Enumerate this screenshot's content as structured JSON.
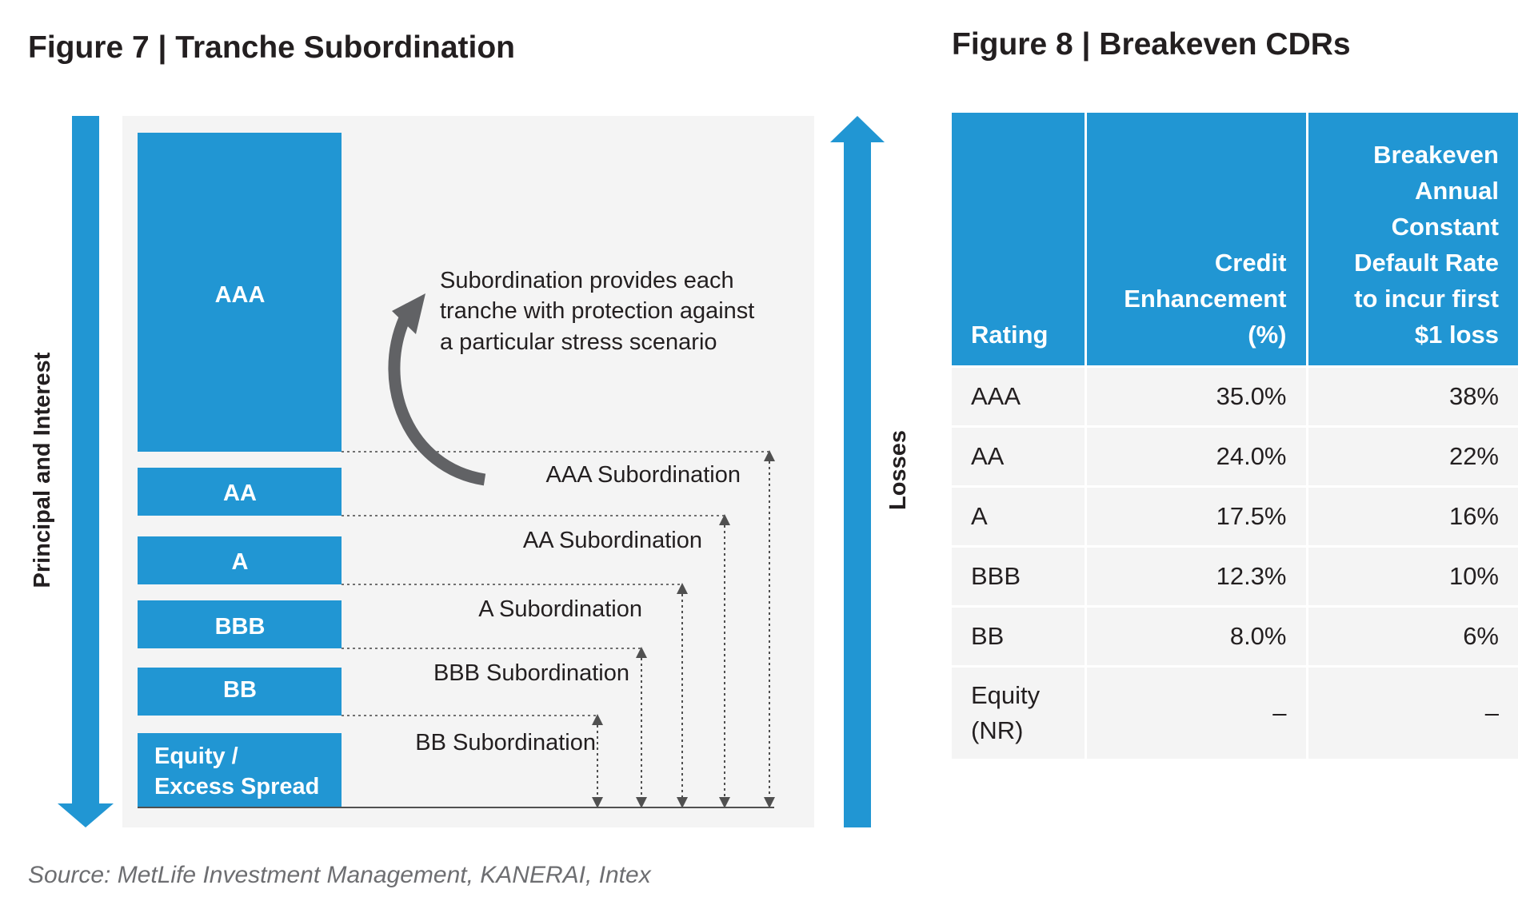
{
  "figure7": {
    "title": "Figure 7  |  Tranche Subordination",
    "left_axis_label": "Principal and Interest",
    "right_axis_label": "Losses",
    "tranches": [
      "AAA",
      "AA",
      "A",
      "BBB",
      "BB"
    ],
    "equity_line1": "Equity /",
    "equity_line2": "Excess Spread",
    "subordinations": [
      "AAA Subordination",
      "AA Subordination",
      "A Subordination",
      "BBB Subordination",
      "BB Subordination"
    ],
    "note_lines": [
      "Subordination provides each",
      "tranche with protection against",
      "a particular stress scenario"
    ],
    "colors": {
      "accent": "#2196d3",
      "panel": "#f4f4f4",
      "curve_arrow": "#616265"
    }
  },
  "figure8": {
    "title": "Figure 8  |  Breakeven CDRs",
    "headers": {
      "rating": [
        "Rating"
      ],
      "credit": [
        "Credit",
        "Enhancement",
        "(%)"
      ],
      "cdr": [
        "Breakeven",
        "Annual",
        "Constant",
        "Default Rate",
        "to incur first",
        "$1 loss"
      ]
    },
    "rows": [
      {
        "rating": "AAA",
        "credit": "35.0%",
        "cdr": "38%"
      },
      {
        "rating": "AA",
        "credit": "24.0%",
        "cdr": "22%"
      },
      {
        "rating": "A",
        "credit": "17.5%",
        "cdr": "16%"
      },
      {
        "rating": "BBB",
        "credit": "12.3%",
        "cdr": "10%"
      },
      {
        "rating": "BB",
        "credit": "8.0%",
        "cdr": "6%"
      }
    ],
    "equity_row": {
      "rating_line1": "Equity",
      "rating_line2": "(NR)",
      "credit": "–",
      "cdr": "–"
    }
  },
  "source": "Source: MetLife Investment Management, KANERAI, Intex"
}
